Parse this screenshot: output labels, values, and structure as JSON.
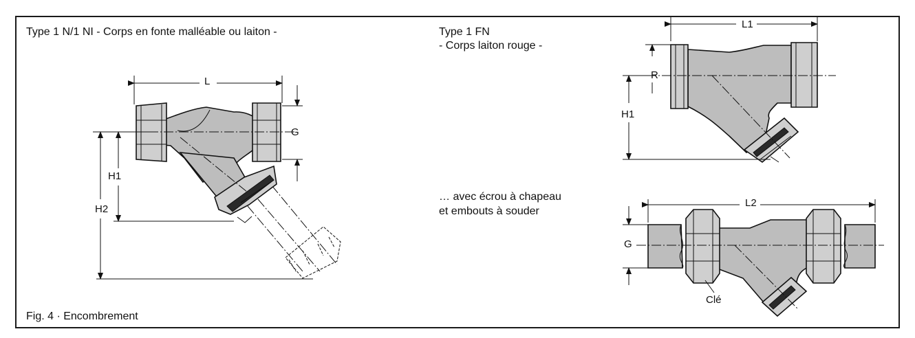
{
  "figure": {
    "caption": "Fig. 4 · Encombrement",
    "left_title": "Type 1 N/1 NI - Corps en fonte malléable ou laiton -",
    "right_top_title_line1": "Type 1 FN",
    "right_top_title_line2": "- Corps laiton rouge -",
    "right_bottom_title_line1": "… avec écrou à chapeau",
    "right_bottom_title_line2": "et embouts à souder"
  },
  "dimensions": {
    "left": {
      "L": "L",
      "G": "G",
      "H1": "H1",
      "H2": "H2"
    },
    "right_top": {
      "L1": "L1",
      "R": "R",
      "H1": "H1"
    },
    "right_bottom": {
      "L2": "L2",
      "G": "G",
      "key": "Clé"
    }
  },
  "colors": {
    "body_fill": "#bdbdbd",
    "line": "#111111",
    "frame": "#1a1a1a"
  }
}
